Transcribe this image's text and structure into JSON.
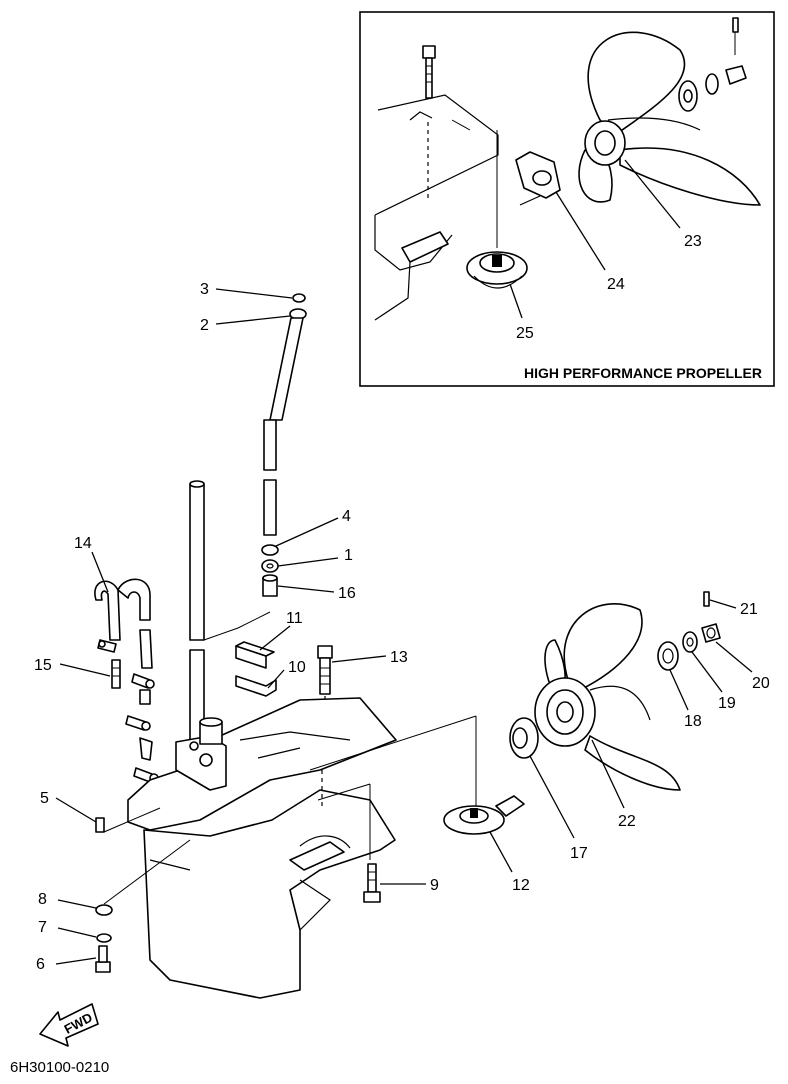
{
  "inset": {
    "title": "HIGH PERFORMANCE PROPELLER"
  },
  "callouts": {
    "p1": "1",
    "p2": "2",
    "p3": "3",
    "p4": "4",
    "p5": "5",
    "p6": "6",
    "p7": "7",
    "p8": "8",
    "p9": "9",
    "p10": "10",
    "p11": "11",
    "p12": "12",
    "p13": "13",
    "p14": "14",
    "p15": "15",
    "p16": "16",
    "p17": "17",
    "p18": "18",
    "p19": "19",
    "p20": "20",
    "p21": "21",
    "p22": "22",
    "p23": "23",
    "p24": "24",
    "p25": "25"
  },
  "direction_label": "FWD",
  "diagram_code": "6H30100-0210"
}
